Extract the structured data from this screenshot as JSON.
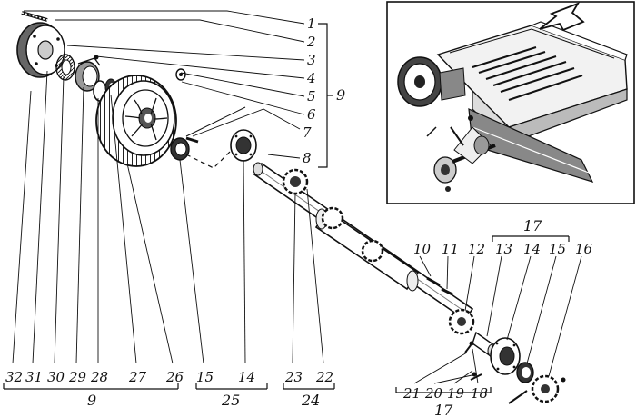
{
  "labels": {
    "n1": "1",
    "n2": "2",
    "n3": "3",
    "n4": "4",
    "n5": "5",
    "n6": "6",
    "n7": "7",
    "n8": "8",
    "n9_right": "9",
    "n10": "10",
    "n11": "11",
    "n12": "12",
    "n13": "13",
    "n14_right": "14",
    "n15_right": "15",
    "n16": "16",
    "n17_top": "17",
    "n21": "21",
    "n20": "20",
    "n19": "19",
    "n18": "18",
    "n17_bottom": "17",
    "n32": "32",
    "n31": "31",
    "n30": "30",
    "n29": "29",
    "n28": "28",
    "n27": "27",
    "n26": "26",
    "n15_bottom": "15",
    "n14_bottom": "14",
    "n23": "23",
    "n22": "22",
    "n9_bottom": "9",
    "n25": "25",
    "n24": "24"
  },
  "inset": {
    "arrow_icon": "arrow-icon"
  }
}
